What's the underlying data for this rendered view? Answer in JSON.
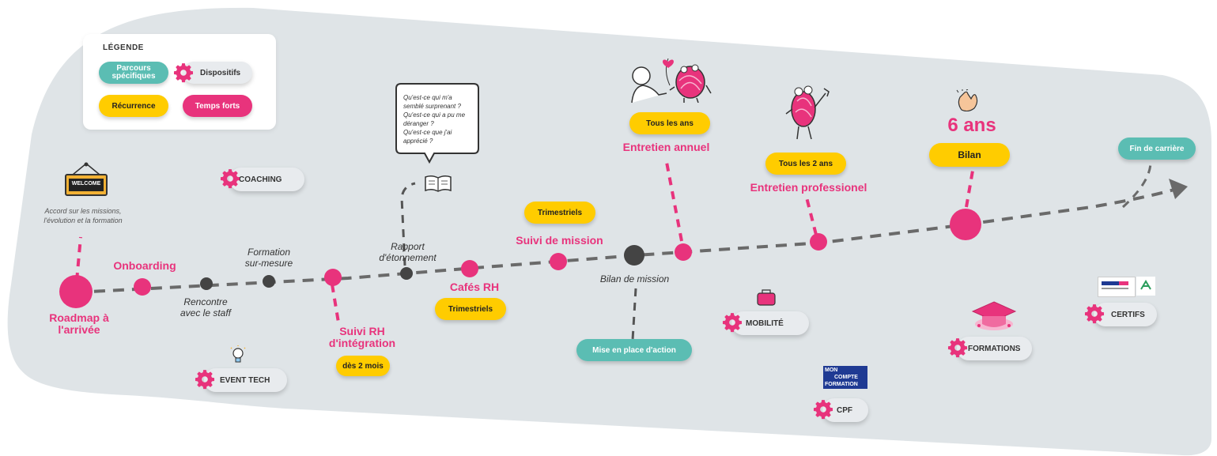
{
  "legend": {
    "title": "LÉGENDE",
    "items": [
      {
        "label": "Parcours\nspécifiques",
        "color": "#5bbdb3"
      },
      {
        "label": "Dispositifs",
        "color": "#e8ebee"
      },
      {
        "label": "Récurrence",
        "color": "#ffcc00"
      },
      {
        "label": "Temps forts",
        "color": "#e8337c"
      }
    ]
  },
  "colors": {
    "pink": "#e8337c",
    "yellow": "#ffcc00",
    "teal": "#5bbdb3",
    "dark": "#444444",
    "background": "#dfe4e7"
  },
  "milestones": {
    "roadmap": "Roadmap à\nl'arrivée",
    "roadmap_note": "Accord sur les missions,\nl'évolution et la formation",
    "welcome_sign": "WELCOME",
    "onboarding": "Onboarding",
    "rencontre": "Rencontre\navec le staff",
    "formation": "Formation\nsur-mesure",
    "suivi_rh": "Suivi RH\nd'intégration",
    "suivi_rh_badge": "dès 2 mois",
    "rapport": "Rapport\nd'étonnement",
    "bubble": "Qu'est-ce qui m'a\nsemblé surprenant ?\nQu'est-ce qui a pu me\ndéranger ?\nQu'est-ce que j'ai\napprécié ?",
    "cafes_rh": "Cafés RH",
    "cafes_badge": "Trimestriels",
    "suivi_mission": "Suivi de mission",
    "suivi_mission_badge": "Trimestriels",
    "bilan_mission": "Bilan de mission",
    "mise_en_place": "Mise en place d'action",
    "entretien_annuel": "Entretien annuel",
    "entretien_annuel_badge": "Tous les ans",
    "entretien_pro": "Entretien professionel",
    "entretien_pro_badge": "Tous les 2 ans",
    "six_ans": "6 ans",
    "bilan": "Bilan",
    "fin_carriere": "Fin de carrière"
  },
  "dispositifs": {
    "coaching": "COACHING",
    "event_tech": "EVENT TECH",
    "mobilite": "MOBILITÉ",
    "cpf": "CPF",
    "formations": "FORMATIONS",
    "certifs": "CERTIFS"
  },
  "cpf_logo": [
    "MON",
    "COMPTE",
    "FORMATION"
  ],
  "icons": [
    "gear-icon",
    "welcome-sign-icon",
    "book-icon",
    "lightbulb-icon",
    "bag-icon",
    "graduation-cap-icon",
    "clapping-hands-icon",
    "heart-icon",
    "character-icon"
  ]
}
